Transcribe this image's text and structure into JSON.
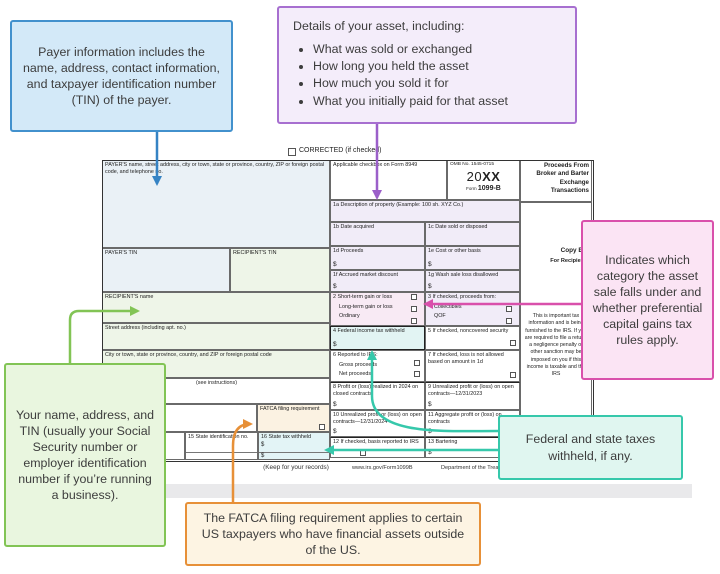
{
  "callouts": {
    "payer": {
      "text": "Payer information includes the name, address, contact information, and taxpayer identification number (TIN) of the payer."
    },
    "asset": {
      "title": "Details of your asset, including:",
      "items": [
        "What was sold or exchanged",
        "How long you held the asset",
        "How much you sold it for",
        "What you initially paid for that asset"
      ]
    },
    "category": {
      "text": "Indicates which category the asset sale falls under and whether preferential capital gains tax rules apply."
    },
    "recipient": {
      "text": "Your name, address, and TIN (usually your Social Security number or employer identification number if you’re running a business)."
    },
    "fatca": {
      "text": "The FATCA filing requirement applies to certain US taxpayers who have financial assets outside of the US."
    },
    "withheld": {
      "text": "Federal and state taxes withheld, if any."
    }
  },
  "form": {
    "corrected": "CORRECTED (if checked)",
    "payer_label": "PAYER'S name, street address, city or town, state or province, country, ZIP or foreign postal code, and telephone no.",
    "applicable_checkbox": "Applicable checkbox on Form 8949",
    "omb": "OMB No. 1545-0715",
    "year_prefix": "20",
    "year_xx": "XX",
    "form_word": "Form",
    "form_number": "1099-B",
    "title": "Proceeds From Broker and Barter Exchange Transactions",
    "box1a": "1a Description of property (Example: 100 sh. XYZ Co.)",
    "box1b": "1b Date acquired",
    "box1c": "1c Date sold or disposed",
    "payers_tin": "PAYER'S TIN",
    "recipients_tin": "RECIPIENT'S TIN",
    "box1d": "1d Proceeds",
    "box1e": "1e Cost or other basis",
    "box1f": "1f Accrued market discount",
    "box1g": "1g Wash sale loss disallowed",
    "recipients_name": "RECIPIENT'S name",
    "box2_l1": "2  Short-term gain or loss",
    "box2_l2": "Long-term gain or loss",
    "box2_l3": "Ordinary",
    "box3_l1": "3  If checked, proceeds from:",
    "box3_l2": "Collectibles",
    "box3_l3": "QOF",
    "copy_b": "Copy B",
    "for_recipient": "For Recipient",
    "street": "Street address (including apt. no.)",
    "box4": "4  Federal income tax withheld",
    "box5": "5  If checked, noncovered security",
    "city": "City or town, state or province, country, and ZIP or foreign postal code",
    "box6_l1": "6  Reported to IRS:",
    "box6_l2": "Gross proceeds",
    "box6_l3": "Net proceeds",
    "box7": "7  If checked, loss is not allowed based on amount in 1d",
    "account": "(see instructions)",
    "box8": "8  Profit or (loss) realized in 2024 on closed contracts",
    "box9": "9  Unrealized profit or (loss) on open contracts—12/31/2023",
    "box10": "10  Unrealized profit or (loss) on open contracts—12/31/2024",
    "box11": "11  Aggregate profit or (loss) on contracts",
    "fatca": "FATCA filing requirement",
    "box15": "15  State identification no.",
    "box16": "16  State tax withheld",
    "box12": "12  If checked, basis reported to IRS",
    "box13": "13  Bartering",
    "important": "This is important tax information and is being furnished to the IRS. If you are required to file a return, a negligence penalty or other sanction may be imposed on you if this income is taxable and the IRS",
    "keep": "(Keep for your records)",
    "website": "www.irs.gov/Form1099B",
    "department": "Department of the Treasury",
    "dollar": "$"
  },
  "colors": {
    "blue": "#4291cd",
    "purple": "#a76fd0",
    "pink": "#d950ab",
    "green": "#82c455",
    "orange": "#e79038",
    "teal": "#36c8ab"
  }
}
